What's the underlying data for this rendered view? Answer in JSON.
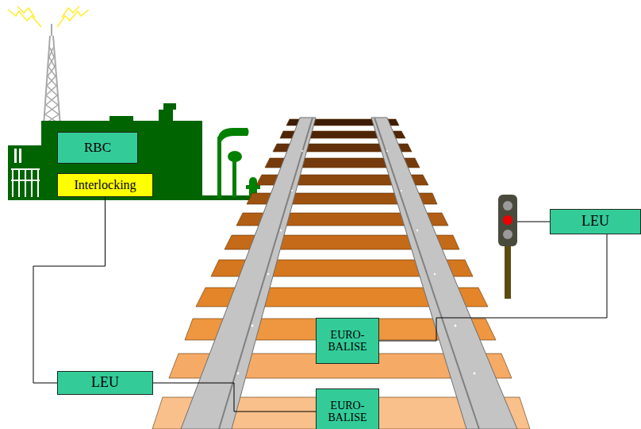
{
  "diagram": {
    "nodes": [
      {
        "text": [
          "RBC"
        ]
      },
      {
        "text": [
          "Interlocking"
        ]
      },
      {
        "text": [
          "LEU"
        ]
      },
      {
        "text": [
          "EURO- BALISE"
        ]
      },
      {
        "text": [
          "LEU"
        ]
      },
      {
        "text": [
          "EURO- BALISE"
        ]
      }
    ],
    "edges": [
      {
        "from": 1,
        "to": 4,
        "arrow": "none"
      },
      {
        "from": 4,
        "to": 5,
        "arrow": "none"
      },
      {
        "from": 2,
        "to": 3,
        "arrow": "none"
      }
    ]
  }
}
